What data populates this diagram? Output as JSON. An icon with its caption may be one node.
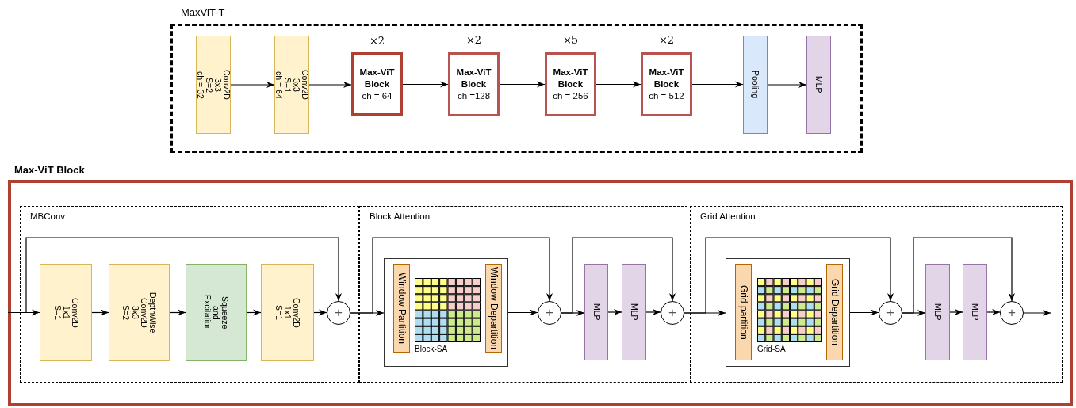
{
  "diagram": {
    "nodes": [
      {
        "text": [
          "MaxViT-T"
        ]
      },
      {
        "text": [
          "Conv2D",
          "3x3",
          "S=2",
          "ch = 32"
        ],
        "in": 0
      },
      {
        "text": [
          "Conv2D",
          "3x3",
          "S=1",
          "ch = 64"
        ],
        "in": 0
      },
      {
        "text": [
          "Max-ViT Block",
          "ch = 64"
        ],
        "in": 0,
        "beside": [
          "×2"
        ]
      },
      {
        "text": [
          "Max-ViT Block",
          "ch =128"
        ],
        "in": 0,
        "beside": [
          "×2"
        ]
      },
      {
        "text": [
          "Max-ViT Block",
          "ch = 256"
        ],
        "in": 0,
        "beside": [
          "×5"
        ]
      },
      {
        "text": [
          "Max-ViT Block",
          "ch = 512"
        ],
        "in": 0,
        "beside": [
          "×2"
        ]
      },
      {
        "text": [
          "Pooling"
        ],
        "in": 0
      },
      {
        "text": [
          "MLP"
        ],
        "in": 0
      },
      {
        "text": [
          "Max-ViT Block"
        ]
      },
      {
        "text": [
          "MBConv"
        ],
        "in": 9
      },
      {
        "text": [
          "Conv2D",
          "1x1",
          "S=1"
        ],
        "in": 10
      },
      {
        "text": [
          "DepthWise",
          "Conv2D",
          "3x3",
          "S=2"
        ],
        "in": 10
      },
      {
        "text": [
          "Squeeze and Excitation"
        ],
        "in": 10
      },
      {
        "text": [
          "Conv2D",
          "1x1",
          "S=1"
        ],
        "in": 10
      },
      {
        "text": [
          "+"
        ],
        "in": 10
      },
      {
        "text": [
          "Block Attention"
        ],
        "in": 9
      },
      {
        "text": [],
        "shape": "box",
        "in": 16
      },
      {
        "text": [
          "Window Partition"
        ],
        "in": 17
      },
      {
        "text": [],
        "shape": "picture",
        "in": 17,
        "beside": [
          "Block-SA"
        ]
      },
      {
        "text": [
          "Window Departition"
        ],
        "in": 17
      },
      {
        "text": [
          "+"
        ],
        "in": 16
      },
      {
        "text": [
          "MLP"
        ],
        "in": 16
      },
      {
        "text": [
          "MLP"
        ],
        "in": 16
      },
      {
        "text": [
          "+"
        ],
        "in": 16
      },
      {
        "text": [
          "Grid Attention"
        ],
        "in": 9
      },
      {
        "text": [],
        "shape": "box",
        "in": 25
      },
      {
        "text": [
          "Grid partition"
        ],
        "in": 26
      },
      {
        "text": [],
        "shape": "picture",
        "in": 26,
        "beside": [
          "Grid-SA"
        ]
      },
      {
        "text": [
          "Grid Departition"
        ],
        "in": 26
      },
      {
        "text": [
          "+"
        ],
        "in": 25
      },
      {
        "text": [
          "MLP"
        ],
        "in": 25
      },
      {
        "text": [
          "MLP"
        ],
        "in": 25
      },
      {
        "text": [
          "+"
        ],
        "in": 25
      }
    ],
    "edges": [
      {
        "from": 1,
        "to": 2,
        "arrow": "to"
      },
      {
        "from": 2,
        "to": 3,
        "arrow": "to"
      },
      {
        "from": 3,
        "to": 4,
        "arrow": "to"
      },
      {
        "from": 4,
        "to": 5,
        "arrow": "to"
      },
      {
        "from": 5,
        "to": 6,
        "arrow": "to"
      },
      {
        "from": 6,
        "to": 7,
        "arrow": "to"
      },
      {
        "from": 7,
        "to": 8,
        "arrow": "to"
      },
      {
        "from": null,
        "to": 11,
        "arrow": "to"
      },
      {
        "from": null,
        "to": 15,
        "arrow": "to"
      },
      {
        "from": 11,
        "to": 12,
        "arrow": "to"
      },
      {
        "from": 12,
        "to": 13,
        "arrow": "to"
      },
      {
        "from": 13,
        "to": 14,
        "arrow": "to"
      },
      {
        "from": 14,
        "to": 15,
        "arrow": "to"
      },
      {
        "from": 15,
        "to": 17,
        "arrow": "to"
      },
      {
        "from": 15,
        "to": 21,
        "arrow": "to"
      },
      {
        "from": 17,
        "to": 21,
        "arrow": "to"
      },
      {
        "from": 21,
        "to": 22,
        "arrow": "to"
      },
      {
        "from": 21,
        "to": 24,
        "arrow": "to"
      },
      {
        "from": 22,
        "to": 23,
        "arrow": "to"
      },
      {
        "from": 23,
        "to": 24,
        "arrow": "to"
      },
      {
        "from": 24,
        "to": 26,
        "arrow": "to"
      },
      {
        "from": 24,
        "to": 30,
        "arrow": "to"
      },
      {
        "from": 26,
        "to": 30,
        "arrow": "to"
      },
      {
        "from": 30,
        "to": 31,
        "arrow": "to"
      },
      {
        "from": 30,
        "to": 33,
        "arrow": "to"
      },
      {
        "from": 31,
        "to": 32,
        "arrow": "to"
      },
      {
        "from": 32,
        "to": 33,
        "arrow": "to"
      },
      {
        "from": 33,
        "to": null,
        "arrow": "to"
      }
    ]
  }
}
